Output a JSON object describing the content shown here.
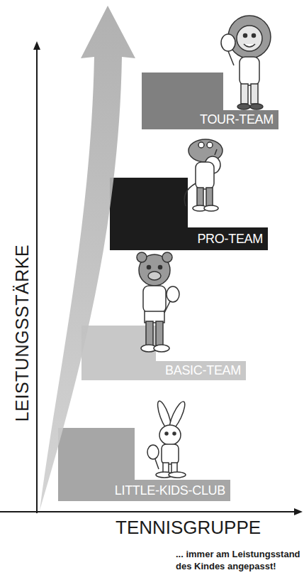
{
  "diagram": {
    "nodes": [
      {
        "text": [
          "TOUR-TEAM"
        ]
      },
      {
        "text": [
          "PRO-TEAM"
        ]
      },
      {
        "text": [
          "BASIC-TEAM"
        ]
      },
      {
        "text": [
          "LITTLE-KIDS-CLUB"
        ]
      }
    ],
    "labels": [
      "LEISTUNGSSTÄRKE",
      "TENNISGRUPPE",
      "... immer am Leistungsstand des Kindes angepasst!"
    ]
  }
}
